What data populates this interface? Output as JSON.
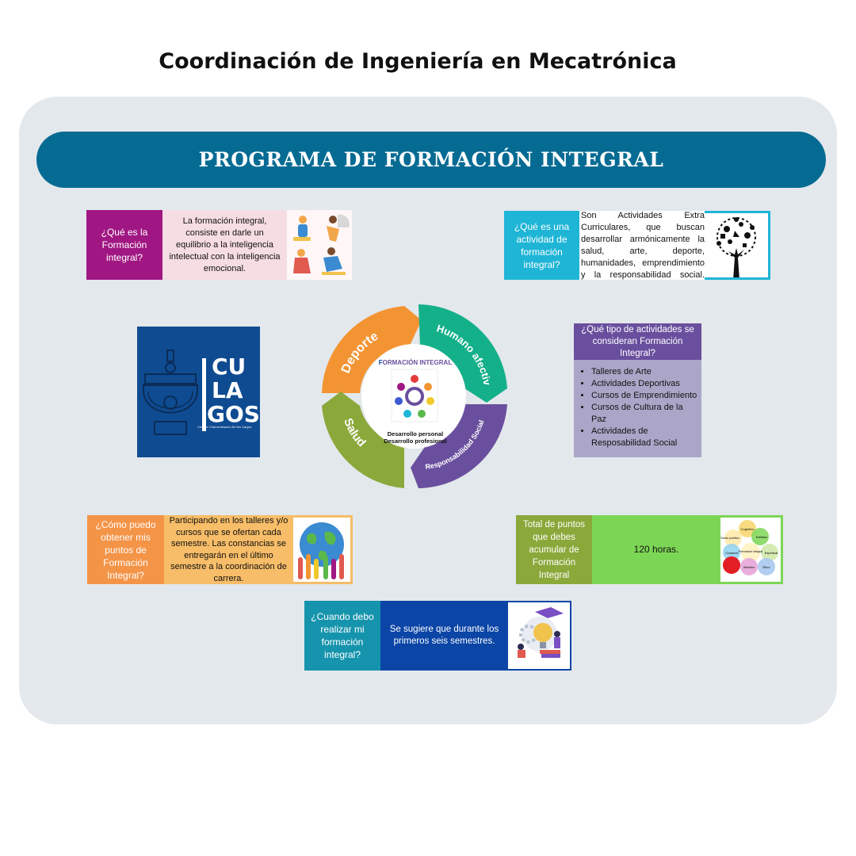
{
  "header": {
    "title": "Coordinación de Ingeniería en Mecatrónica"
  },
  "banner": {
    "title": "PROGRAMA DE FORMACIÓN INTEGRAL"
  },
  "card1": {
    "question": "¿Qué es la Formación integral?",
    "answer": "La formación integral, consiste en darle un equilibrio a la inteligencia intelectual con la inteligencia emocional."
  },
  "card2": {
    "question": "¿Qué es una actividad de formación integral?",
    "answer": "Son Actividades Extra Curriculares, que buscan desarrollar armónicamente la salud, arte, deporte, humanidades, emprendimiento y la responsabilidad social."
  },
  "logo": {
    "letters": [
      "CU",
      "LA",
      "GOS"
    ],
    "caption": "Centro Universitario de los Lagos"
  },
  "cycle": {
    "center_title_initial": "F",
    "center_title_rest": "ORMACIÓN INTEGRAL",
    "center_line1": "Desarrollo personal",
    "center_line2": "Desarrollo profesional",
    "segments": [
      "Deporte",
      "Humano afectiva",
      "Responsabilidad Social",
      "Salud"
    ]
  },
  "card3": {
    "question": "¿Qué tipo de actividades se consideran Formación Integral?",
    "items": [
      "Talleres de Arte",
      "Actividades Deportivas",
      "Cursos de Emprendimiento",
      "Cursos de Cultura de la Paz",
      "Actividades de Resposabilidad Social"
    ]
  },
  "card4": {
    "question": "¿Cómo puedo obtener mis puntos de Formación Integral?",
    "answer": "Participando en los talleres y/o cursos que se ofertan cada semestre. Las constancias se entregarán en el último semestre a la coordinación de carrera."
  },
  "card5": {
    "question": "Total de puntos que debes acumular de Formación Integral",
    "answer": "120 horas.",
    "diagram_labels": [
      "Cognitivo",
      "Socio político",
      "Estético",
      "Corporal",
      "Formación integral",
      "Espiritual",
      "Afectivo",
      "Ético"
    ]
  },
  "card6": {
    "question": "¿Cuando debo realizar mi formación integral?",
    "answer": "Se sugiere que durante los primeros seis semestres."
  },
  "colors": {
    "banner": "#066b93",
    "magenta": "#a01783",
    "cyan": "#1fb5d6",
    "purple": "#6a4f9e",
    "lavender": "#aba6c8",
    "orange": "#f39447",
    "peach": "#f7bd68",
    "olive": "#8ba83a",
    "lime": "#7cd655",
    "teal": "#1694ad",
    "blue": "#0b45a6"
  }
}
